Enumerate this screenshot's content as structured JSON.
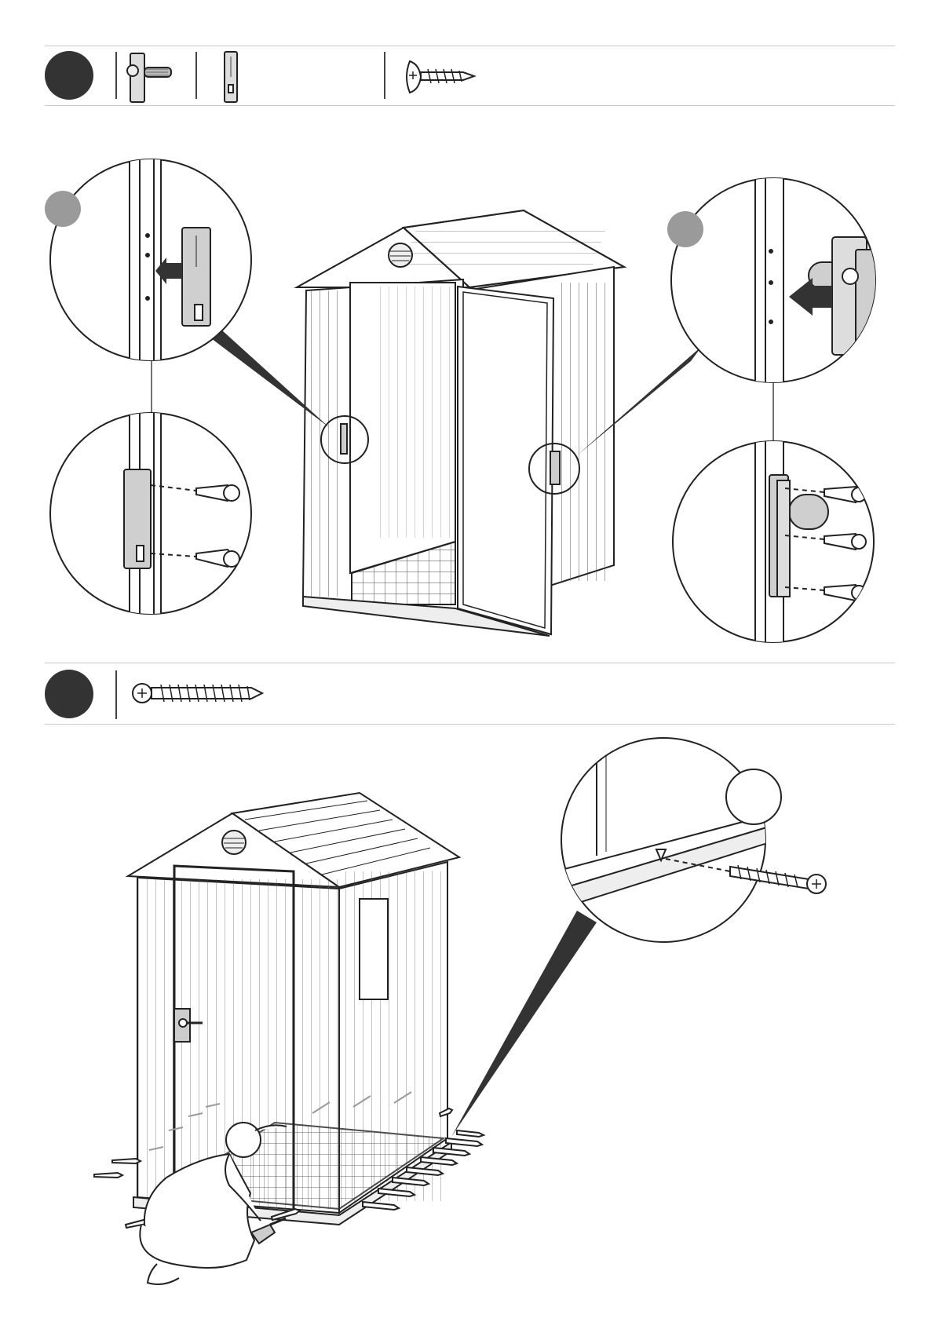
{
  "page": {
    "kind": "assembly-instructions",
    "colors": {
      "line": "#222222",
      "badge": "#333333",
      "grey_marker": "#9a9a9a",
      "rule": "#c9c9c9",
      "part_fill": "#cfcfcf"
    }
  },
  "step_a": {
    "badge_label": "",
    "parts": [
      {
        "icon": "latch-bolt-icon"
      },
      {
        "icon": "strike-plate-icon"
      },
      {
        "icon": "flat-head-screw-icon"
      }
    ],
    "details": [
      {
        "icon": "strike-plate-detail-icon",
        "marker": "grey"
      },
      {
        "icon": "latch-detail-icon",
        "marker": "grey"
      }
    ]
  },
  "step_b": {
    "badge_label": "",
    "parts": [
      {
        "icon": "long-pan-head-screw-icon"
      }
    ],
    "details": [
      {
        "icon": "floor-screw-detail-icon",
        "marker": "white"
      }
    ]
  }
}
